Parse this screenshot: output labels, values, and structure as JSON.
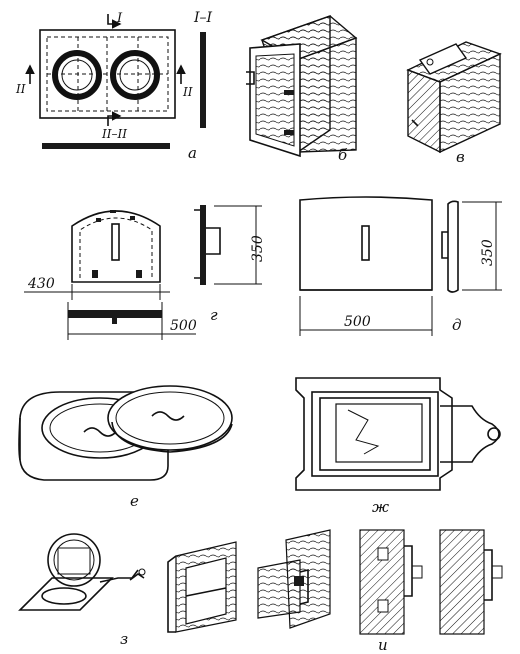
{
  "figure": {
    "panels": {
      "a": {
        "letter": "а",
        "section_top": "I",
        "section_title": "I–I",
        "section_side_left": "II",
        "section_side_right": "II",
        "section_bottom": "II–II"
      },
      "b": {
        "letter": "б"
      },
      "v": {
        "letter": "в"
      },
      "g": {
        "letter": "г",
        "dim_width": "430",
        "dim_height": "350",
        "dim_bottom": "500"
      },
      "d": {
        "letter": "д",
        "dim_width": "500",
        "dim_height": "350"
      },
      "e": {
        "letter": "е"
      },
      "zh": {
        "letter": "ж"
      },
      "z": {
        "letter": "з"
      },
      "i": {
        "letter": "и"
      }
    }
  }
}
